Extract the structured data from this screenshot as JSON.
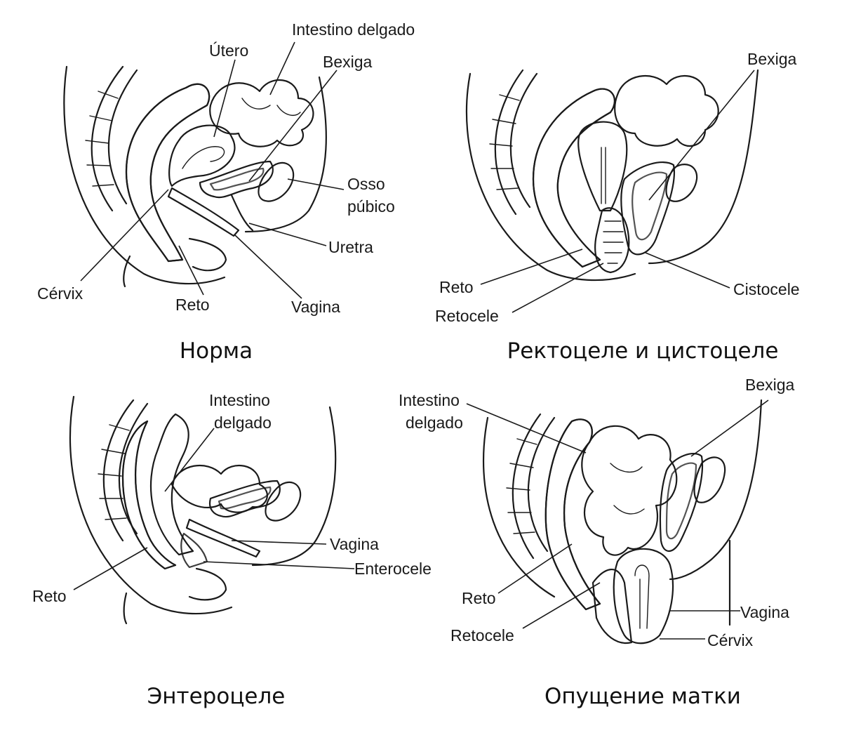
{
  "colors": {
    "tissue_pink": "#e8a9c6",
    "tissue_light": "#f3c9dc",
    "tissue_dark": "#8a3a63",
    "uterus_gray": "#d7d9dc",
    "outline": "#1a1a1a",
    "background": "#ffffff"
  },
  "panels": {
    "normal": {
      "caption": "Норма",
      "labels": {
        "intestino": "Intestino delgado",
        "utero": "Útero",
        "bexiga": "Bexiga",
        "osso_1": "Osso",
        "osso_2": "púbico",
        "uretra": "Uretra",
        "vagina": "Vagina",
        "reto": "Reto",
        "cervix": "Cérvix"
      }
    },
    "rectocele_cystocele": {
      "caption": "Ректоцеле и цистоцеле",
      "labels": {
        "bexiga": "Bexiga",
        "reto": "Reto",
        "retocele": "Retocele",
        "cistocele": "Cistocele"
      }
    },
    "enterocele": {
      "caption": "Энтероцеле",
      "labels": {
        "intestino_1": "Intestino",
        "intestino_2": "delgado",
        "vagina": "Vagina",
        "enterocele": "Enterocele",
        "reto": "Reto"
      }
    },
    "uterine_prolapse": {
      "caption": "Опущение матки",
      "labels": {
        "intestino_1": "Intestino",
        "intestino_2": "delgado",
        "bexiga": "Bexiga",
        "reto": "Reto",
        "retocele": "Retocele",
        "vagina": "Vagina",
        "cervix": "Cérvix"
      }
    }
  }
}
